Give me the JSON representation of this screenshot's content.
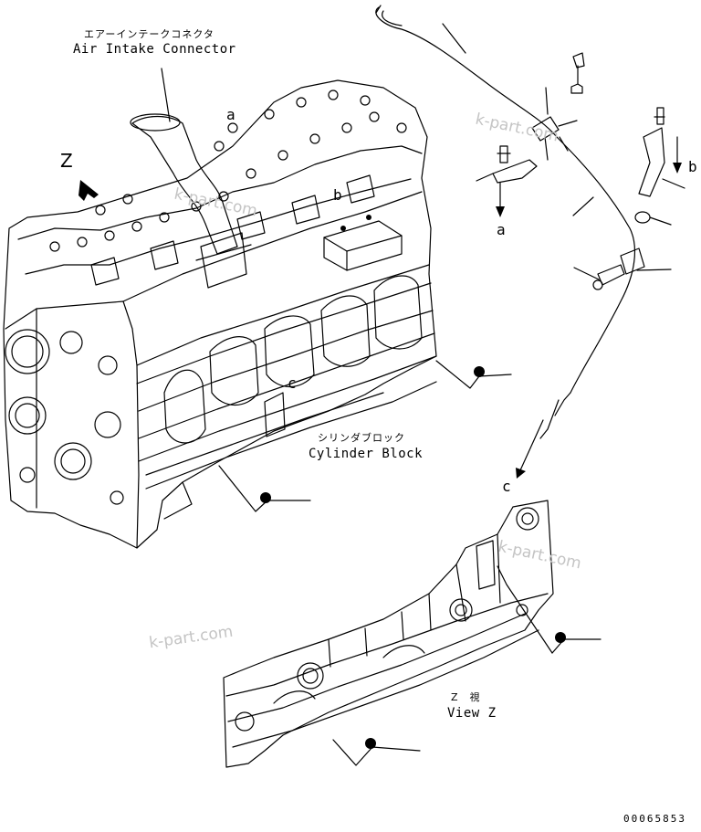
{
  "labels": {
    "air_intake_jp": "エアーインテークコネクタ",
    "air_intake_en": "Air Intake Connector",
    "cylinder_block_jp": "シリンダブロック",
    "cylinder_block_en": "Cylinder Block",
    "view_jp": "Z　視",
    "view_en": "View Z",
    "ref_z": "Z",
    "ref_a_top": "a",
    "ref_a_detail": "a",
    "ref_b_top": "b",
    "ref_b_detail": "b",
    "ref_c_top": "c",
    "ref_c_view": "c"
  },
  "watermark": "k-part.com",
  "doc_number": "00065853"
}
